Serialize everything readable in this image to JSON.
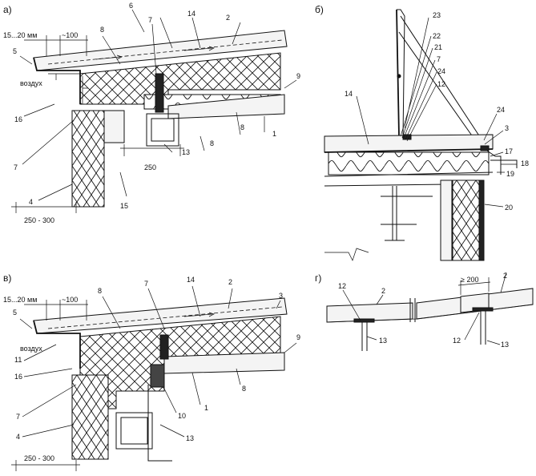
{
  "panels": {
    "a": "а)",
    "b": "б)",
    "v": "в)",
    "g": "г)"
  },
  "dims": {
    "a_gap": "15...20 мм",
    "a_overhang": "~100",
    "a_250": "250",
    "a_wall": "250 - 300",
    "v_gap": "15...20 мм",
    "v_overhang": "~100",
    "v_wall": "250 - 300",
    "g_overlap": "≥ 200"
  },
  "air": {
    "a": "воздух",
    "v": "воздух"
  },
  "labels": {
    "a": [
      "5",
      "8",
      "6",
      "14",
      "2",
      "7",
      "9",
      "16",
      "7",
      "8",
      "4",
      "13",
      "8",
      "1",
      "15"
    ],
    "b": [
      "23",
      "22",
      "21",
      "7",
      "24",
      "12",
      "14",
      "24",
      "3",
      "17",
      "18",
      "19",
      "20"
    ],
    "v": [
      "5",
      "8",
      "7",
      "14",
      "2",
      "3",
      "11",
      "9",
      "16",
      "8",
      "7",
      "10",
      "1",
      "4",
      "13"
    ],
    "g": [
      "12",
      "2",
      "2",
      "13",
      "12",
      "13"
    ]
  }
}
